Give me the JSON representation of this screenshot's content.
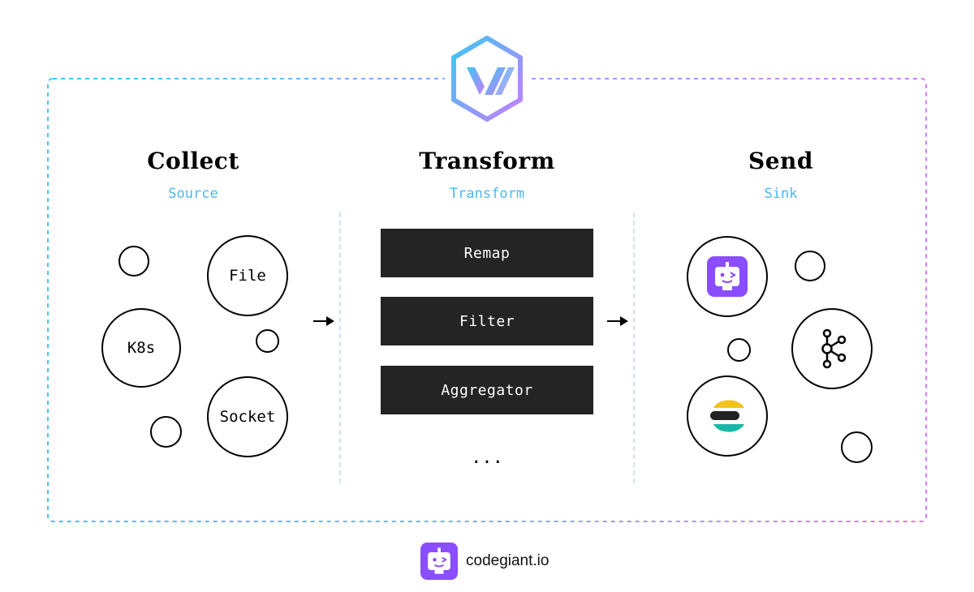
{
  "stages": {
    "collect": {
      "title": "Collect",
      "subtitle": "Source"
    },
    "transform": {
      "title": "Transform",
      "subtitle": "Transform"
    },
    "send": {
      "title": "Send",
      "subtitle": "Sink"
    }
  },
  "sources": [
    "File",
    "K8s",
    "Socket"
  ],
  "transforms": [
    "Remap",
    "Filter",
    "Aggregator"
  ],
  "transform_more": "...",
  "sinks": {
    "icons": [
      "codegiant-icon",
      "kafka-icon",
      "elasticsearch-icon"
    ]
  },
  "logo": {
    "icon": "vector-hexagon-logo"
  },
  "footer": {
    "brand": "codegiant.io",
    "icon": "codegiant-icon"
  },
  "colors": {
    "accent_blue": "#3cc8f0",
    "accent_purple": "#c77dff",
    "brand_purple": "#8a4dff",
    "box_dark": "#242424"
  }
}
